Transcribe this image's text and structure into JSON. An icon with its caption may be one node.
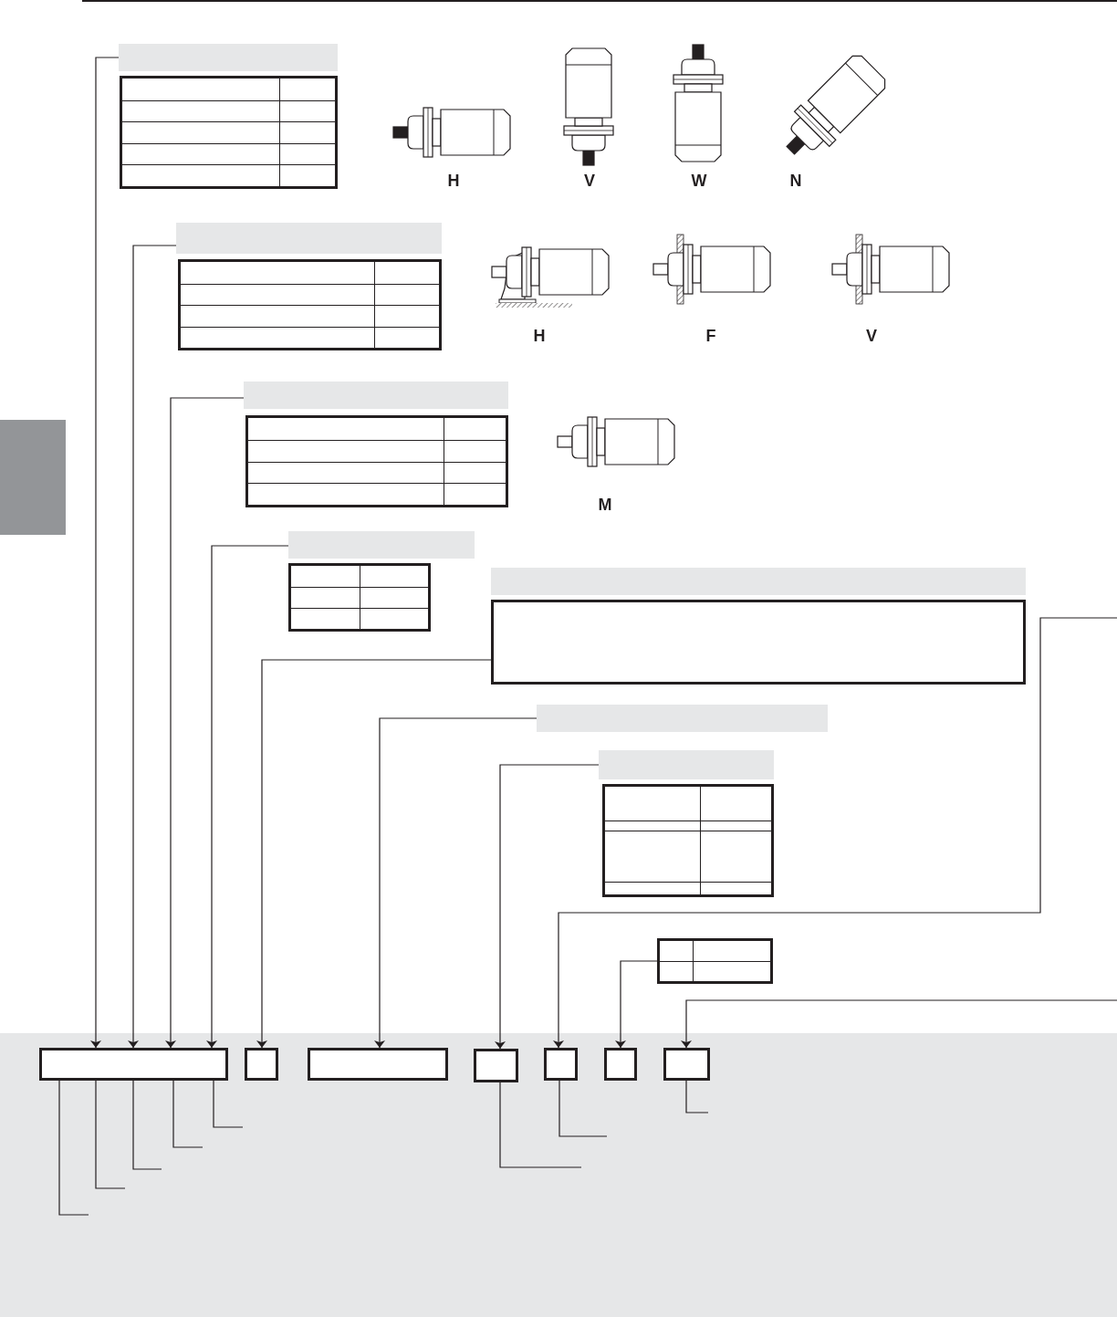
{
  "diagram": {
    "nodes": [
      {
        "text": [],
        "shape": "bar"
      },
      {
        "text": [],
        "shape": "box"
      },
      {
        "text": [],
        "shape": "bar"
      },
      {
        "text": [],
        "shape": "box"
      },
      {
        "text": [],
        "shape": "bar"
      },
      {
        "text": [],
        "shape": "box"
      },
      {
        "text": [],
        "shape": "bar"
      },
      {
        "text": [],
        "shape": "box"
      },
      {
        "text": [],
        "shape": "bar"
      },
      {
        "text": [],
        "shape": "box"
      },
      {
        "text": [],
        "shape": "bar"
      },
      {
        "text": [],
        "shape": "bar"
      },
      {
        "text": [],
        "shape": "box"
      },
      {
        "text": [],
        "shape": "box"
      },
      {
        "text": [],
        "shape": "band"
      },
      {
        "text": [],
        "shape": "box",
        "in": 14
      },
      {
        "text": [],
        "shape": "box",
        "in": 14
      },
      {
        "text": [],
        "shape": "box",
        "in": 14
      },
      {
        "text": [],
        "shape": "box",
        "in": 14
      },
      {
        "text": [],
        "shape": "box",
        "in": 14
      },
      {
        "text": [],
        "shape": "box",
        "in": 14
      },
      {
        "text": [],
        "shape": "box",
        "in": 14
      },
      {
        "text": [],
        "shape": "bar"
      }
    ],
    "edges": [
      {
        "from": 0,
        "to": 15,
        "arrow": "to"
      },
      {
        "from": 2,
        "to": 15,
        "arrow": "to"
      },
      {
        "from": 4,
        "to": 15,
        "arrow": "to"
      },
      {
        "from": 6,
        "to": 15,
        "arrow": "to"
      },
      {
        "from": 9,
        "to": 16,
        "arrow": "to"
      },
      {
        "from": 10,
        "to": 17,
        "arrow": "to"
      },
      {
        "from": 11,
        "to": 18,
        "arrow": "to"
      },
      {
        "from": null,
        "to": 19,
        "arrow": "to"
      },
      {
        "from": 13,
        "to": 20,
        "arrow": "to"
      },
      {
        "from": null,
        "to": 21,
        "arrow": "to"
      },
      {
        "from": 15,
        "to": null,
        "arrow": "none"
      },
      {
        "from": 15,
        "to": null,
        "arrow": "none"
      },
      {
        "from": 15,
        "to": null,
        "arrow": "none"
      },
      {
        "from": 15,
        "to": null,
        "arrow": "none"
      },
      {
        "from": 15,
        "to": null,
        "arrow": "none"
      },
      {
        "from": 18,
        "to": null,
        "arrow": "none"
      },
      {
        "from": 19,
        "to": null,
        "arrow": "none"
      },
      {
        "from": 21,
        "to": null,
        "arrow": "none"
      }
    ],
    "labels": [
      "H",
      "V",
      "W",
      "N",
      "H",
      "F",
      "V",
      "M"
    ]
  }
}
